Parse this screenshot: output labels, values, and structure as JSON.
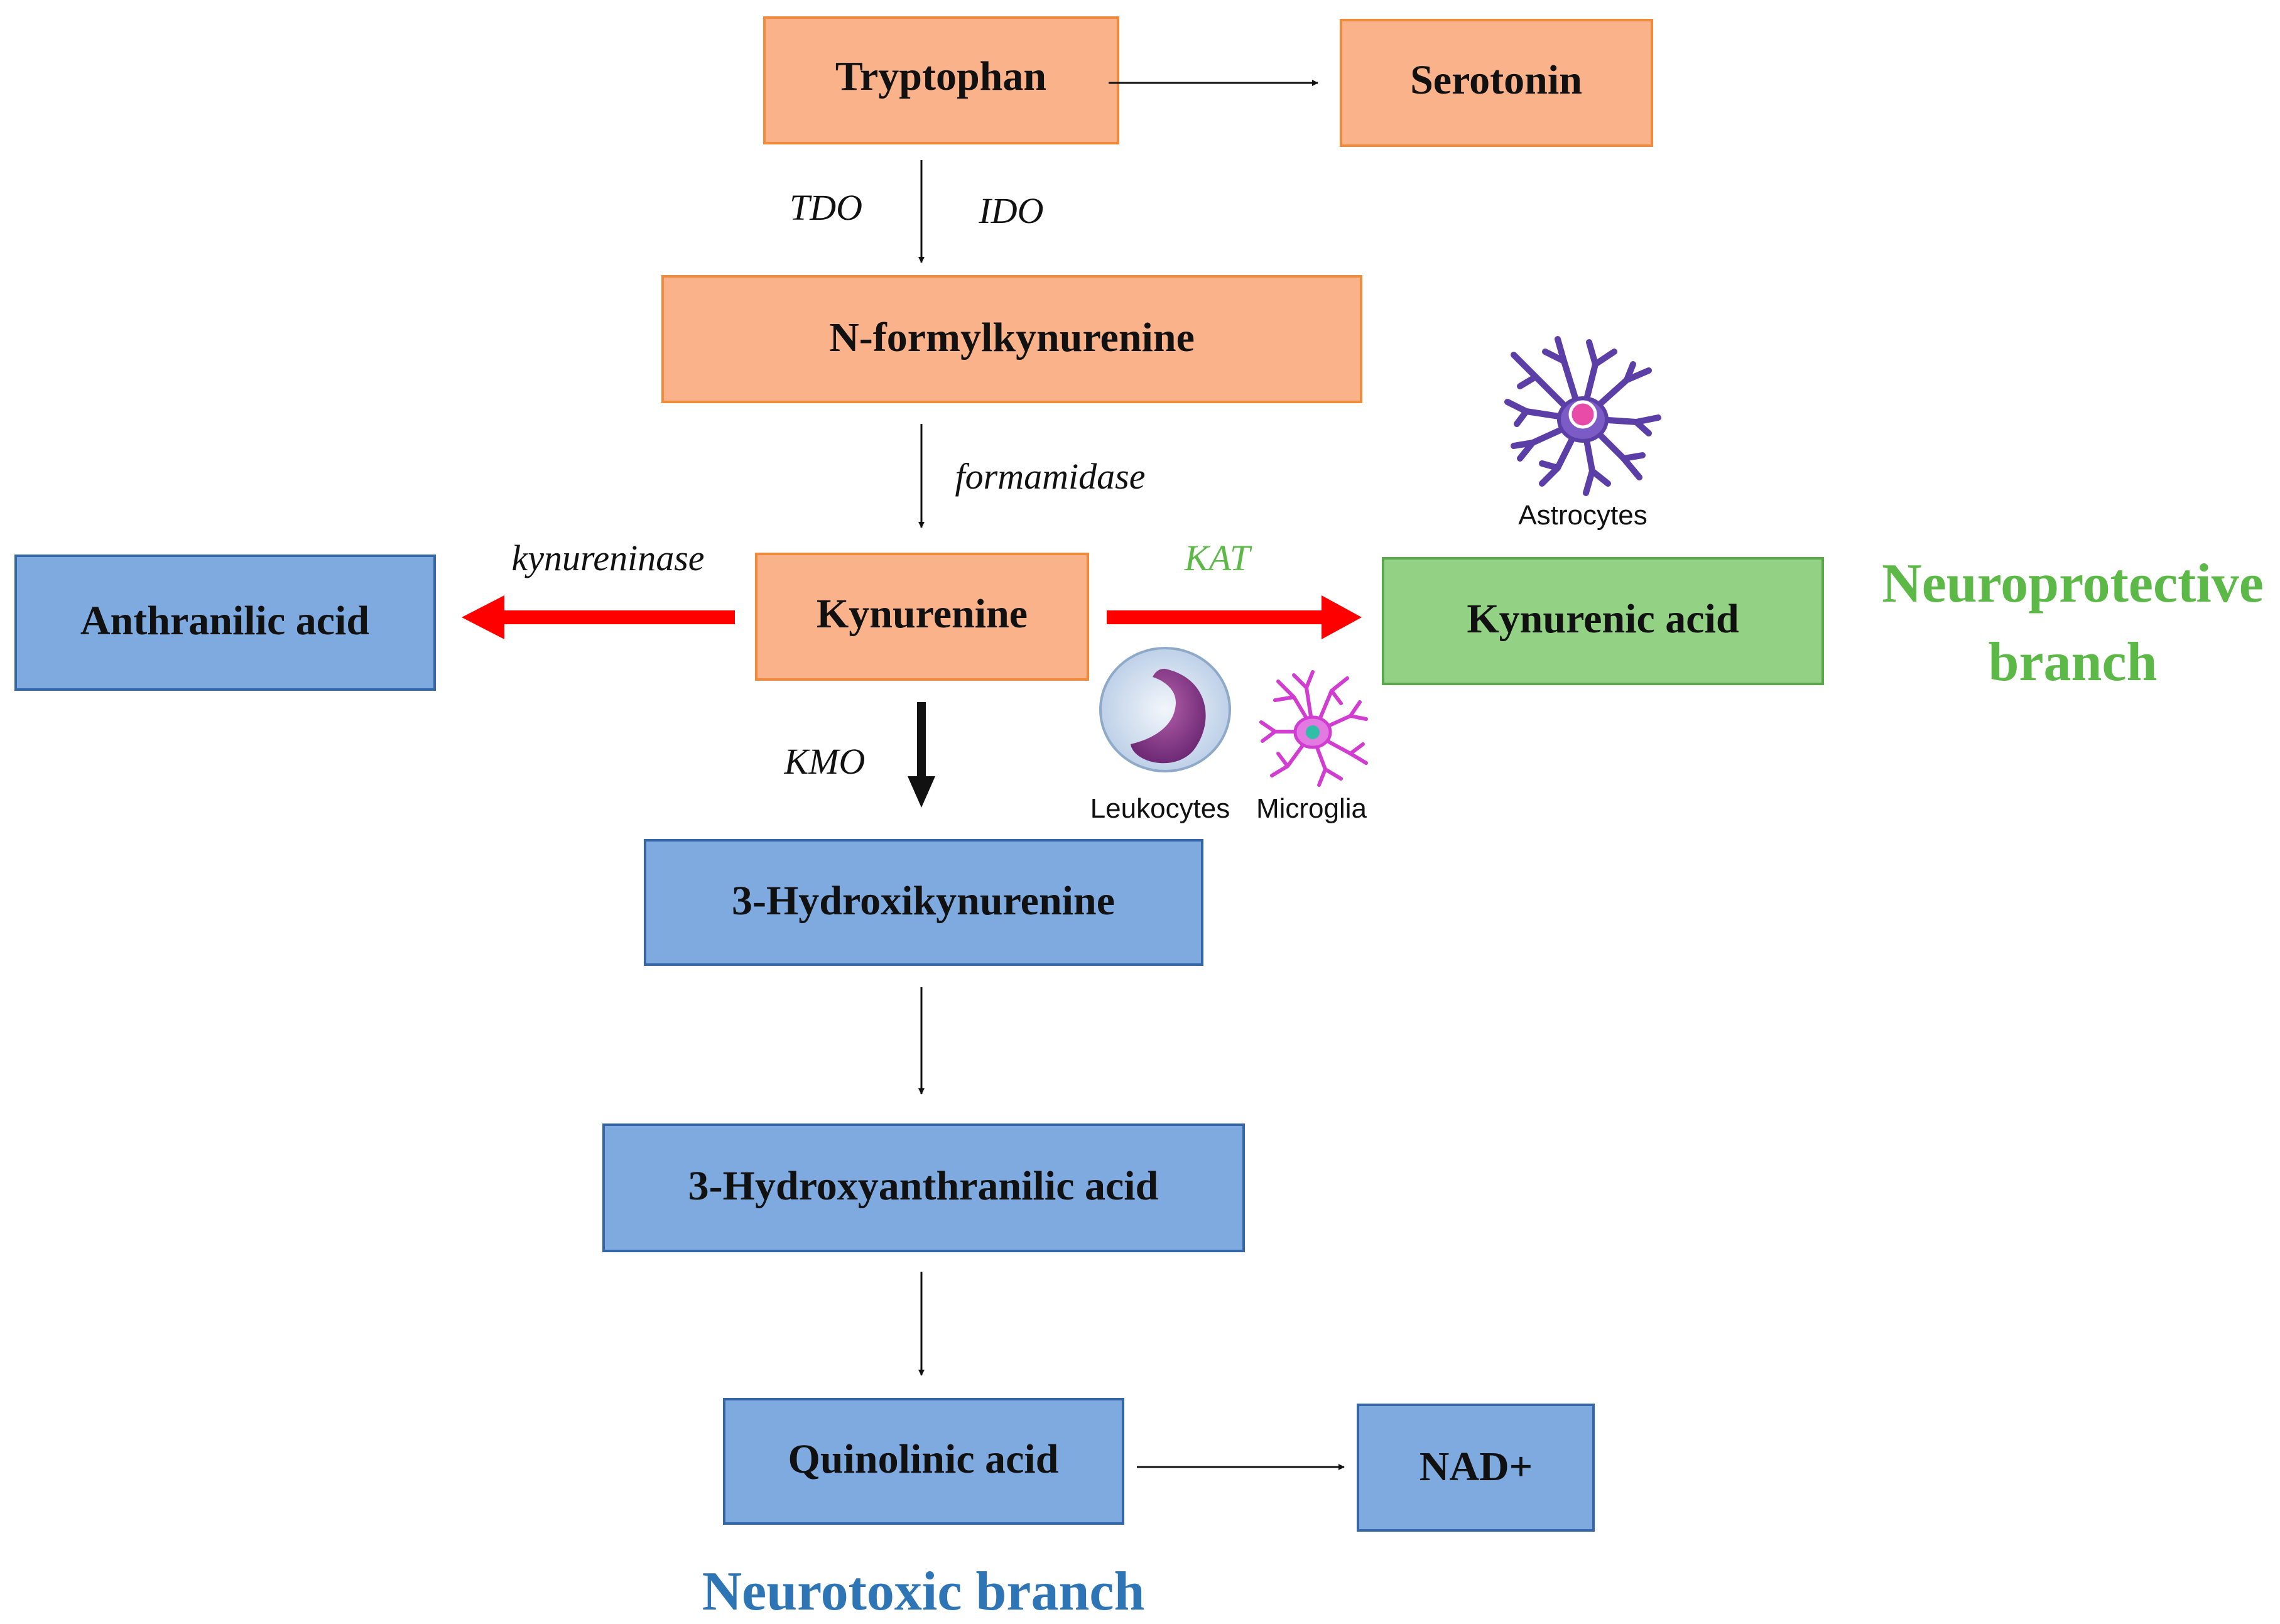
{
  "colors": {
    "orange_fill": "#f9b28a",
    "orange_border": "#f08a3c",
    "blue_fill": "#7eaadf",
    "blue_border": "#3466a8",
    "green_fill": "#93d184",
    "green_border": "#5aa84a",
    "red_arrow": "#ff0000",
    "neuroprotective": "#5cb847",
    "neurotoxic": "#2e75b6"
  },
  "nodes": {
    "tryptophan": "Tryptophan",
    "serotonin": "Serotonin",
    "n_formylkynurenine": "N-formylkynurenine",
    "kynurenine": "Kynurenine",
    "anthranilic_acid": "Anthranilic acid",
    "kynurenic_acid": "Kynurenic acid",
    "hydroxykynurenine": "3-Hydroxikynurenine",
    "hydroxyanthranilic_acid": "3-Hydroxyanthranilic acid",
    "quinolinic_acid": "Quinolinic acid",
    "nad": "NAD+"
  },
  "enzymes": {
    "tdo": "TDO",
    "ido": "IDO",
    "formamidase": "formamidase",
    "kynureninase": "kynureninase",
    "kat": "KAT",
    "kmo": "KMO"
  },
  "cells": {
    "astrocytes": "Astrocytes",
    "leukocytes": "Leukocytes",
    "microglia": "Microglia"
  },
  "branches": {
    "neuroprotective_line1": "Neuroprotective",
    "neuroprotective_line2": "branch",
    "neurotoxic": "Neurotoxic branch"
  }
}
